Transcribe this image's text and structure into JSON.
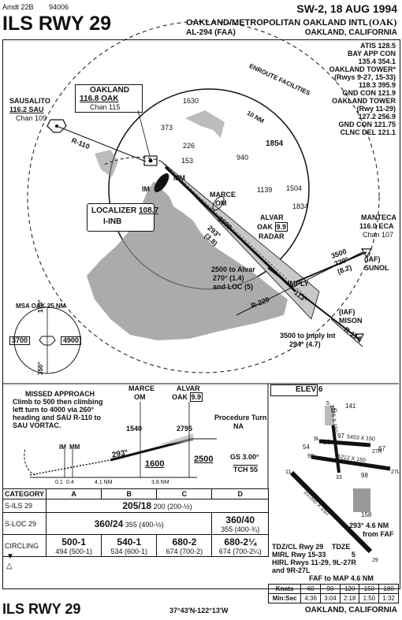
{
  "header": {
    "amdt": "Amdt 22B",
    "proc_num": "94006",
    "title": "ILS RWY 29",
    "effective": "SW-2, 18 AUG 1994",
    "airport": "OAKLAND/METROPOLITAN OAKLAND INTL",
    "airport_id": "(OAK)",
    "al_number": "AL-294 (FAA)",
    "city": "OAKLAND, CALIFORNIA"
  },
  "comms": [
    "ATIS 128.5",
    "BAY APP CON",
    "135.4 354.1",
    "OAKLAND TOWER*",
    "(Rwys 9-27, 15-33)",
    "118.3 395.9",
    "GND CON 121.9",
    "OAKLAND TOWER",
    "(Rwy 11-29)",
    "127.2 256.9",
    "GND CON 121.75",
    "CLNC DEL 121.1"
  ],
  "planview": {
    "enroute_facilities": "ENROUTE FACILITIES",
    "ten_nm": "10 NM",
    "oakland_box": {
      "name": "OAKLAND",
      "freq_id": "116.8 OAK",
      "chan": "Chan 115"
    },
    "sausalito": {
      "name": "SAUSALITO",
      "freq_id": "116.2 SAU",
      "chan": "Chan 109"
    },
    "r110": "R-110",
    "manteca": {
      "name": "MANTECA",
      "freq_id": "116.0 ECA",
      "chan": "Chan 107"
    },
    "iaf_sunol": {
      "iaf": "(IAF)",
      "name": "SUNOL"
    },
    "iaf_mison": {
      "iaf": "(IAF)",
      "name": "MISON"
    },
    "r114": "R-114",
    "r229": "R-229",
    "localizer": {
      "label": "LOCALIZER",
      "freq": "108.7",
      "ident": "I-INB"
    },
    "elevations": [
      "1630",
      "373",
      "226",
      "153",
      "940",
      "1854",
      "1139",
      "1504",
      "1834"
    ],
    "im": "IM",
    "mm": "MM",
    "marce": {
      "name": "MARCE",
      "type": "OM"
    },
    "alvar": {
      "name": "ALVAR",
      "oak": "OAK",
      "dme": "9.9",
      "radar": "RADAR"
    },
    "imply": "IMPLY",
    "loc_course": "113°",
    "inbound_1600": "1600",
    "inbound_293": "293°",
    "inbound_dist": "(3.8)",
    "to_alvar": [
      "2500 to Alvar",
      "270° (1.4)",
      "and LOC (5)"
    ],
    "sunol_route": [
      "3500",
      "229°",
      "(8.2)"
    ],
    "mison_route": [
      "3500 to Imply Int",
      "294° (4.7)"
    ],
    "msa": {
      "title": "MSA OAK 25 NM",
      "north": "170°",
      "south": "350°",
      "alt_west": "3700",
      "alt_east": "4900"
    }
  },
  "profile": {
    "missed_approach": [
      "MISSED APPROACH",
      "Climb to 500 then climbing",
      "left turn to 4000 via 260°",
      "heading and SAU R-110 to",
      "SAU VORTAC."
    ],
    "marce": {
      "name": "MARCE",
      "type": "OM"
    },
    "alvar": {
      "name": "ALVAR",
      "oak": "OAK",
      "dme": "9.9"
    },
    "pt": [
      "Procedure Turn",
      "NA"
    ],
    "alt_1540": "1540",
    "alt_2795": "2795",
    "alt_1600": "1600",
    "alt_2500": "2500",
    "course": "293°",
    "gs": "GS 3.00°",
    "tch": "TCH 55",
    "im": "IM",
    "mm": "MM",
    "d_01": "0.1",
    "d_04": "0.4",
    "d_41": "4.1 NM",
    "d_38": "3.8 NM"
  },
  "minimums": {
    "header": [
      "CATEGORY",
      "A",
      "B",
      "C",
      "D"
    ],
    "rows": [
      {
        "label": "S-ILS 29",
        "cells": [
          {
            "main": "205/18",
            "sub": "200 (200-½)",
            "span": 4
          }
        ]
      },
      {
        "label": "S-LOC 29",
        "cells": [
          {
            "main": "360/24",
            "sub": "355 (400-½)",
            "span": 3
          },
          {
            "main": "360/40",
            "sub": "355 (400-¾)",
            "span": 1
          }
        ]
      },
      {
        "label": "CIRCLING",
        "cells": [
          {
            "main": "500-1",
            "sub": "494 (500-1)",
            "span": 1
          },
          {
            "main": "540-1",
            "sub": "534 (600-1)",
            "span": 1
          },
          {
            "main": "680-2",
            "sub": "674 (700-2)",
            "span": 1
          },
          {
            "main": "680-2¼",
            "sub": "674 (700-2¼)",
            "span": 1
          }
        ]
      }
    ]
  },
  "airport_diagram": {
    "elev_label": "ELEV",
    "elev": "6",
    "elevs": [
      "141",
      "54",
      "33",
      "97",
      "67",
      "98",
      "158"
    ],
    "rwy_tags": [
      "5",
      "15",
      "33",
      "11",
      "29",
      "27L",
      "9R",
      "27R",
      "9L"
    ],
    "dims": [
      "5453 X 150",
      "6212 X 150",
      "10,000 X 150",
      "3376 X 150"
    ],
    "faf_note": [
      "293° 4.6 NM",
      "from FAF"
    ],
    "notes": [
      "TDZ/CL Rwy 29",
      "MIRL Rwy 15-33",
      "HIRL Rwys 11-29, 9L-27R",
      "and 9R-27L"
    ],
    "tdze_label": "TDZE",
    "tdze": "5"
  },
  "timing": {
    "title": "FAF to MAP 4.6 NM",
    "knots_label": "Knots",
    "minsec_label": "Min:Sec",
    "knots": [
      "60",
      "90",
      "120",
      "150",
      "180"
    ],
    "times": [
      "4:36",
      "3:04",
      "2:18",
      "1:50",
      "1:32"
    ]
  },
  "footer": {
    "title": "ILS RWY 29",
    "coords": "37°43'N-122°13'W",
    "city": "OAKLAND, CALIFORNIA"
  }
}
